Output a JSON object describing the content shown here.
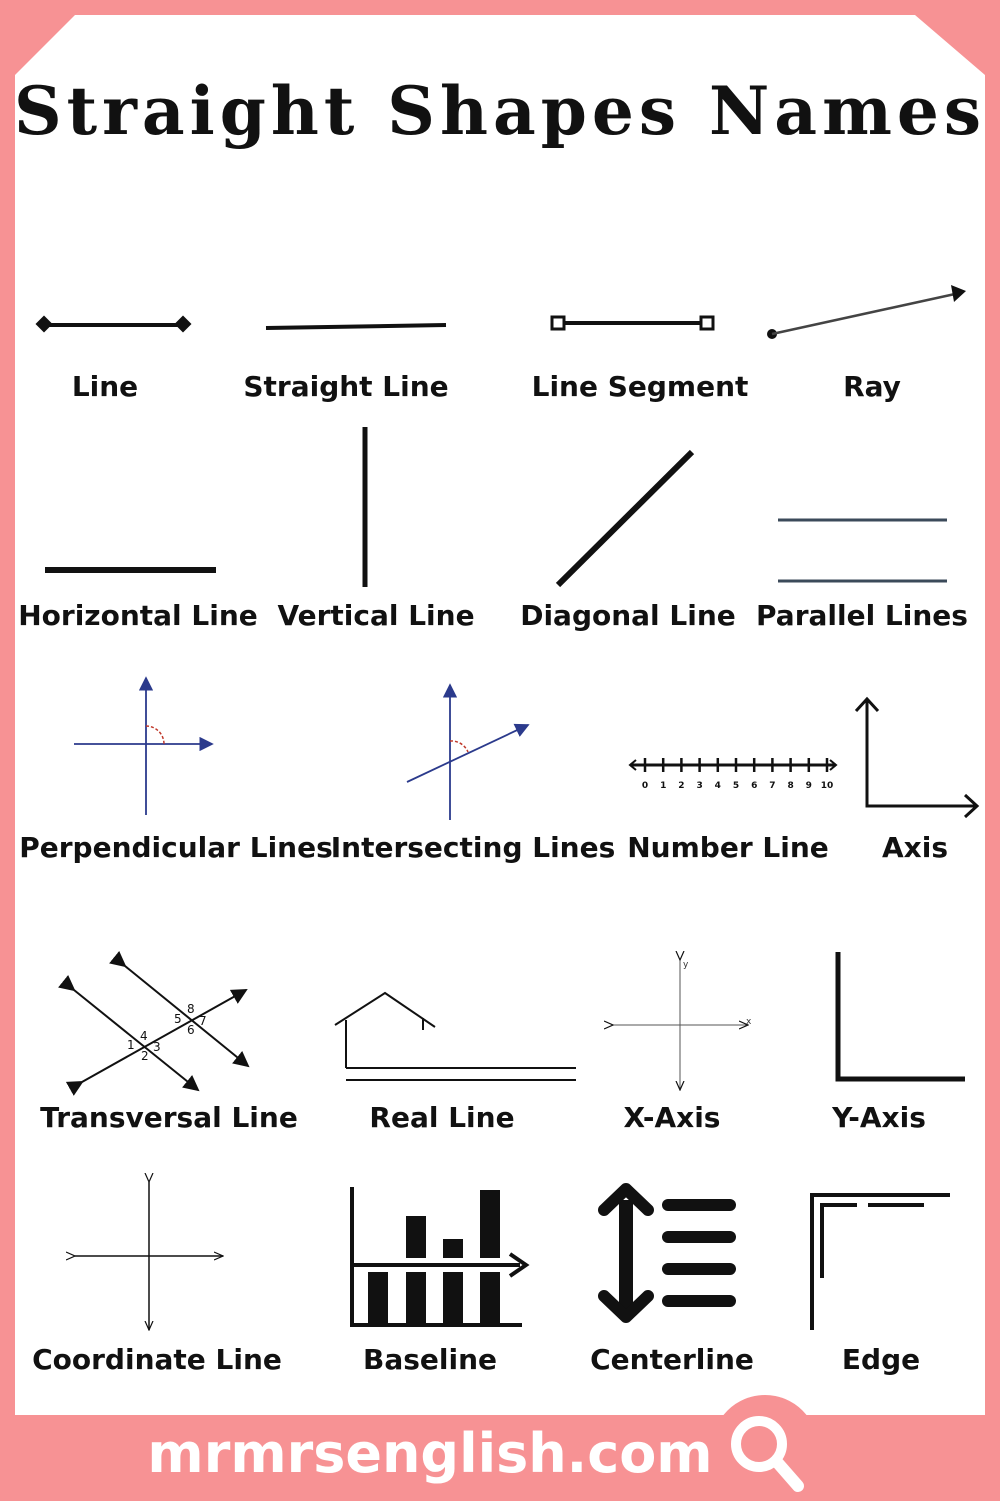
{
  "title": "Straight Shapes Names",
  "labels": {
    "line": "Line",
    "straight_line": "Straight Line",
    "line_segment": "Line Segment",
    "ray": "Ray",
    "horizontal_line": "Horizontal Line",
    "vertical_line": "Vertical Line",
    "diagonal_line": "Diagonal Line",
    "parallel_lines": "Parallel Lines",
    "perpendicular_lines": "Perpendicular Lines",
    "intersecting_lines": "Intersecting Lines",
    "number_line": "Number Line",
    "axis": "Axis",
    "transversal_line": "Transversal Line",
    "real_line": "Real Line",
    "x_axis": "X-Axis",
    "y_axis": "Y-Axis",
    "coordinate_line": "Coordinate Line",
    "baseline": "Baseline",
    "centerline": "Centerline",
    "edge": "Edge"
  },
  "number_line_ticks": [
    "0",
    "1",
    "2",
    "3",
    "4",
    "5",
    "6",
    "7",
    "8",
    "9",
    "10"
  ],
  "transversal_angles": [
    "1",
    "2",
    "3",
    "4",
    "5",
    "6",
    "7",
    "8"
  ],
  "axis_letters": {
    "x": "x",
    "y": "y"
  },
  "footer": {
    "website": "mrmrsenglish.com"
  },
  "icons": [
    "search-icon"
  ],
  "colors": {
    "border": "#f79294",
    "background": "#ffffff",
    "text": "#111111",
    "perpendicular_blue": "#2b3a8c",
    "angle_mark_red": "#c0392b",
    "parallel_gray": "#3b4a5a"
  }
}
